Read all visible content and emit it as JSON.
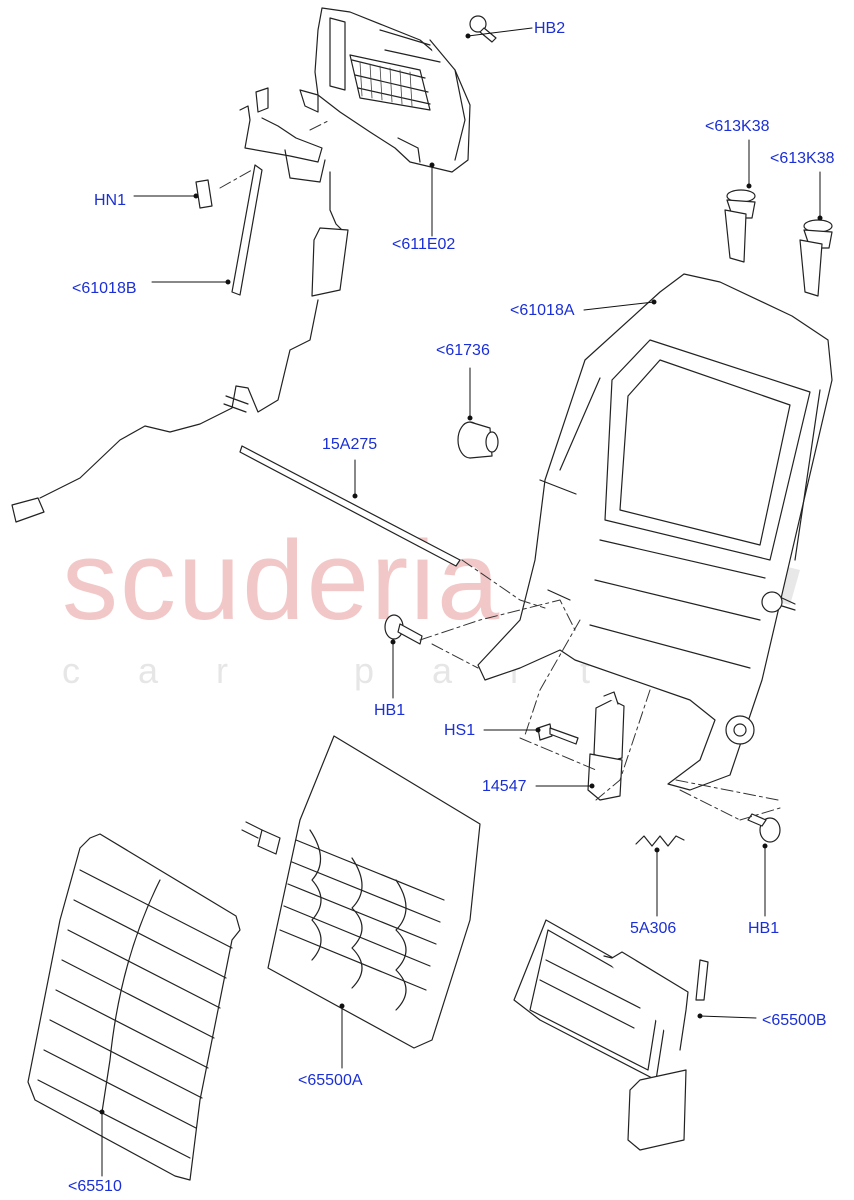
{
  "watermark": {
    "brand": "scuderia",
    "sub": "car parts"
  },
  "callouts": [
    {
      "id": "HB2",
      "text": "HB2"
    },
    {
      "id": "613K38_a",
      "text": "<613K38"
    },
    {
      "id": "613K38_b",
      "text": "<613K38"
    },
    {
      "id": "HN1",
      "text": "HN1"
    },
    {
      "id": "611E02",
      "text": "<611E02"
    },
    {
      "id": "61018B",
      "text": "<61018B"
    },
    {
      "id": "61018A",
      "text": "<61018A"
    },
    {
      "id": "61736",
      "text": "<61736"
    },
    {
      "id": "15A275",
      "text": "15A275"
    },
    {
      "id": "HB1_a",
      "text": "HB1"
    },
    {
      "id": "HS1",
      "text": "HS1"
    },
    {
      "id": "14547",
      "text": "14547"
    },
    {
      "id": "5A306",
      "text": "5A306"
    },
    {
      "id": "HB1_b",
      "text": "HB1"
    },
    {
      "id": "65500B",
      "text": "<65500B"
    },
    {
      "id": "65500A",
      "text": "<65500A"
    },
    {
      "id": "65510",
      "text": "<65510"
    }
  ]
}
